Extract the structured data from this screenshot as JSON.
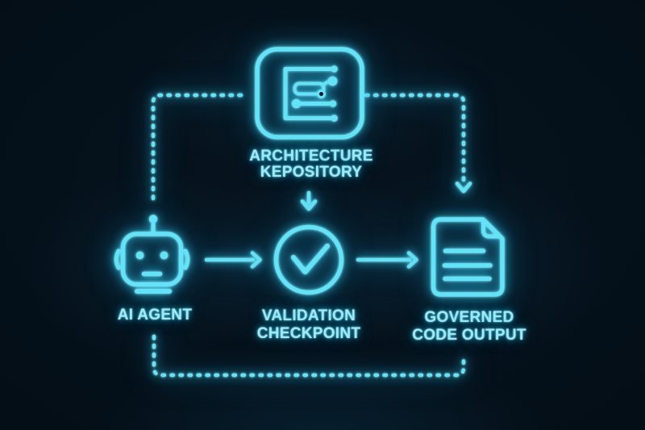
{
  "colors": {
    "background": "#030d16",
    "neon": "#63e3f7",
    "text": "#9debfa"
  },
  "nodes": {
    "architecture_repository": {
      "icon": "circuit-repository-icon",
      "label_line1": "ARCHITECTURE",
      "label_line2": "KEPOSITORY"
    },
    "ai_agent": {
      "icon": "robot-icon",
      "label": "AI AGENT"
    },
    "validation_checkpoint": {
      "icon": "check-circle-icon",
      "label_line1": "VALIDATION",
      "label_line2": "CHECKPOINT"
    },
    "governed_code_output": {
      "icon": "document-icon",
      "label_line1": "GOVERNED",
      "label_line2": "CODE OUTPUT"
    }
  },
  "flow": {
    "solid_arrows": [
      "ai-agent to validation-checkpoint",
      "validation-checkpoint to governed-code-output",
      "architecture-repository to validation-checkpoint"
    ],
    "dashed_loop": "ai-agent / architecture-repository / governed-code-output feedback loop"
  }
}
